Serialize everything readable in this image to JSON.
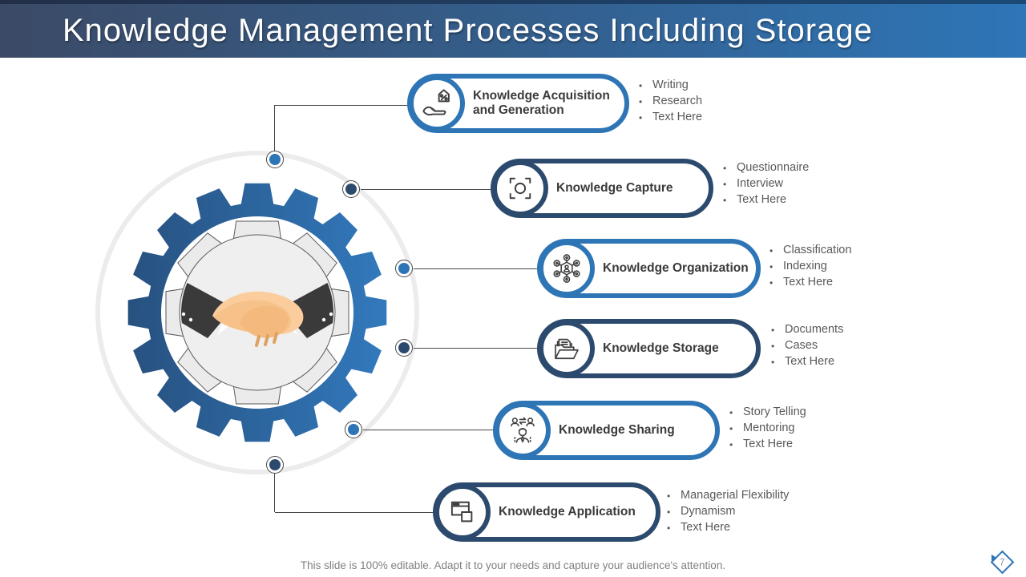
{
  "header": {
    "title": "Knowledge Management Processes Including Storage"
  },
  "items": [
    {
      "label": "Knowledge Acquisition and Generation",
      "icon": "hand-house-percent-icon",
      "accent": "#2e75b6",
      "bullets": [
        "Writing",
        "Research",
        "Text Here"
      ]
    },
    {
      "label": "Knowledge Capture",
      "icon": "capture-focus-icon",
      "accent": "#2c4a6e",
      "bullets": [
        "Questionnaire",
        "Interview",
        "Text Here"
      ]
    },
    {
      "label": "Knowledge Organization",
      "icon": "network-people-icon",
      "accent": "#2e75b6",
      "bullets": [
        "Classification",
        "Indexing",
        "Text Here"
      ]
    },
    {
      "label": "Knowledge Storage",
      "icon": "folder-documents-icon",
      "accent": "#2c4a6e",
      "bullets": [
        "Documents",
        "Cases",
        "Text Here"
      ]
    },
    {
      "label": "Knowledge Sharing",
      "icon": "people-sharing-icon",
      "accent": "#2e75b6",
      "bullets": [
        "Story Telling",
        "Mentoring",
        "Text Here"
      ]
    },
    {
      "label": "Knowledge Application",
      "icon": "app-windows-icon",
      "accent": "#2c4a6e",
      "bullets": [
        "Managerial Flexibility",
        "Dynamism",
        "Text Here"
      ]
    }
  ],
  "center_graphic": {
    "description": "blue gear ring with inner gray gear and handshake"
  },
  "footer": {
    "note": "This slide is 100% editable. Adapt it to your needs and capture your audience's attention.",
    "logo_glyph": "7"
  },
  "colors": {
    "accent_blue": "#2e75b6",
    "accent_navy": "#2c4a6e",
    "header_gradient_left": "#3b4a66",
    "header_gradient_right": "#2e76b8",
    "bullet_text": "#595959",
    "label_text": "#3a3a3a"
  }
}
